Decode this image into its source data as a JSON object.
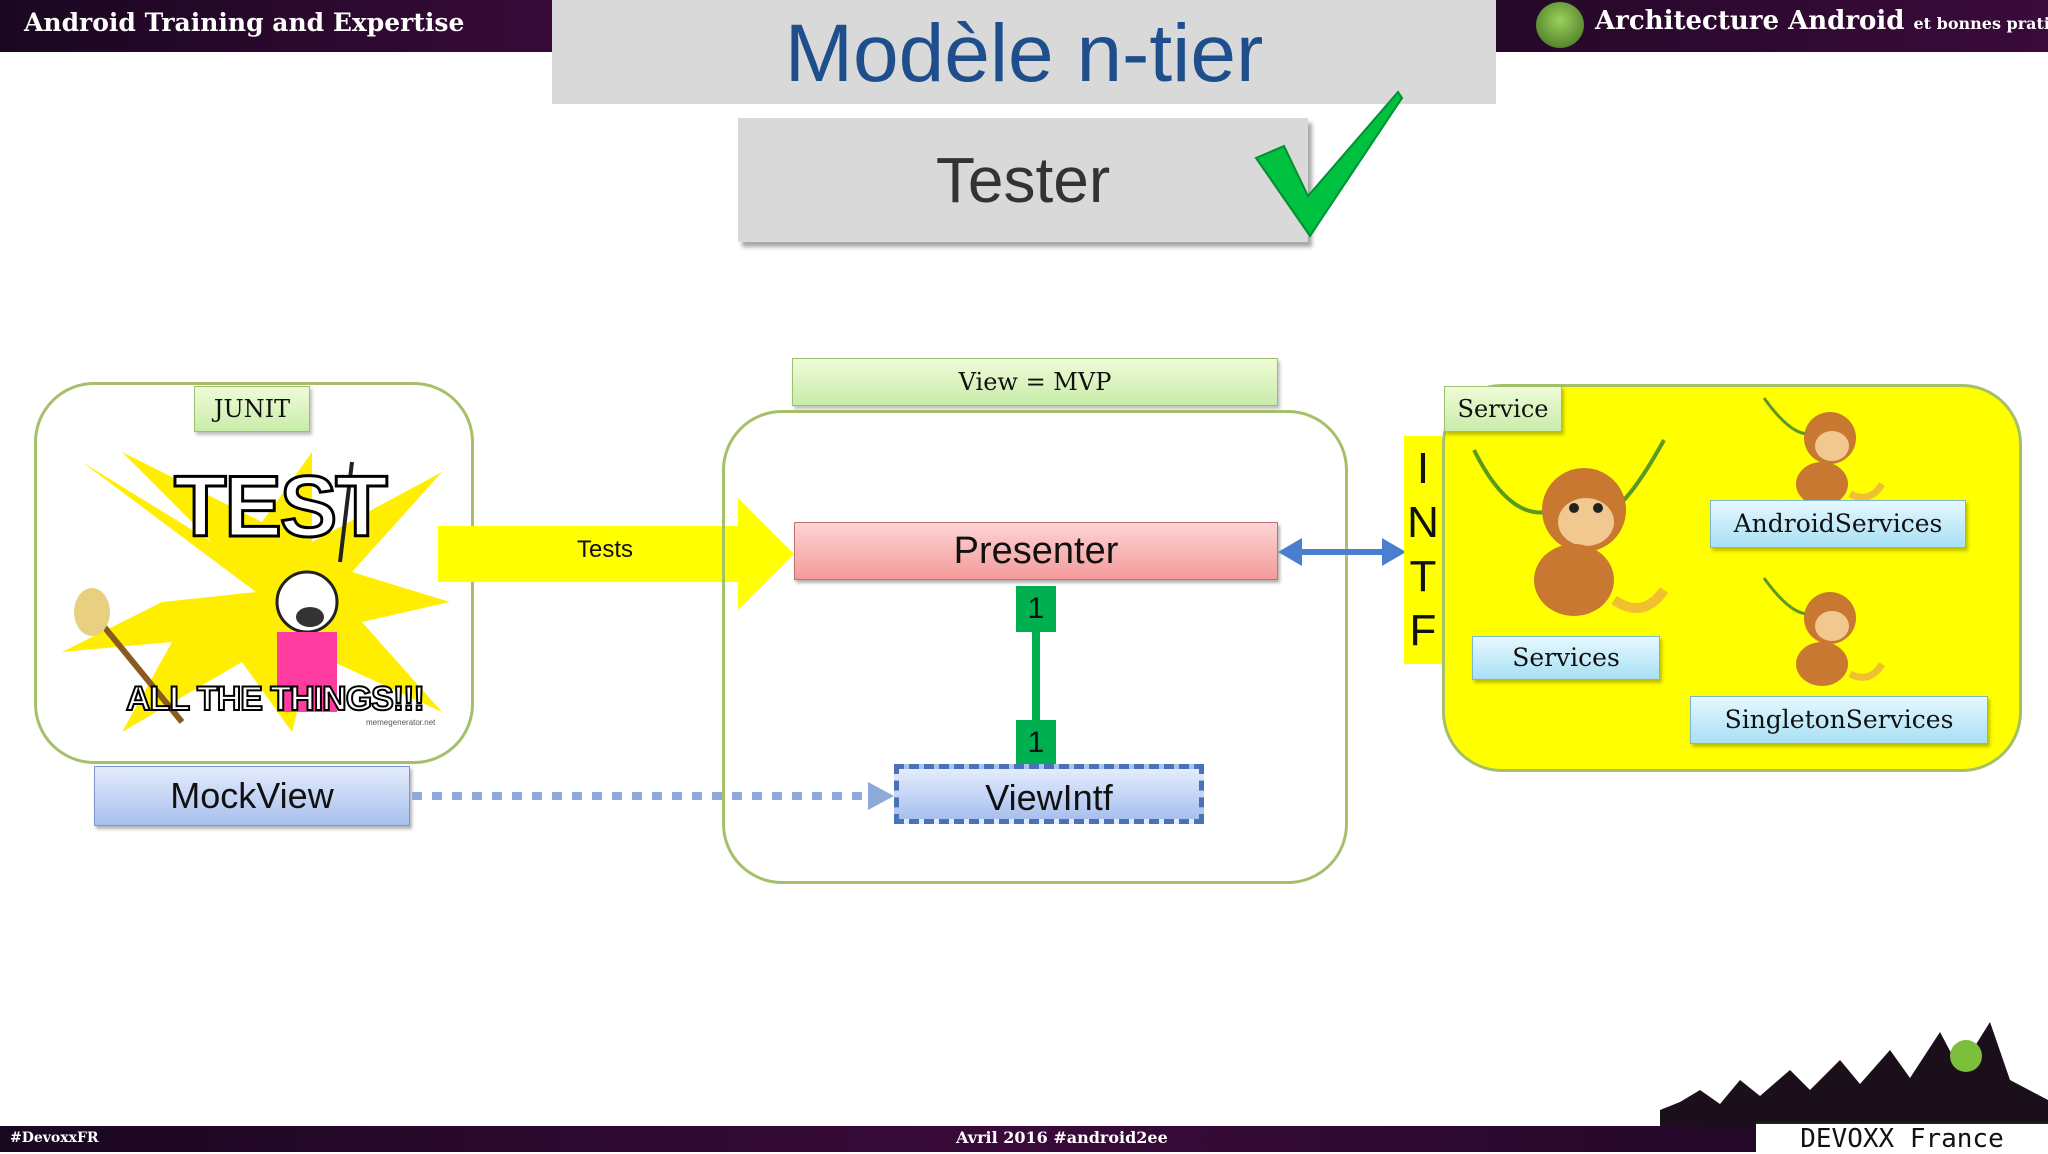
{
  "header": {
    "left_title": "Android Training and Expertise",
    "right_title": "Architecture Android",
    "right_subtitle": "et bonnes pratiques"
  },
  "slide": {
    "title": "Modèle n-tier",
    "subtitle": "Tester"
  },
  "diagram": {
    "junit_label": "JUNIT",
    "meme_top": "TEST",
    "meme_bottom": "ALL THE THINGS!!!",
    "meme_credit": "memegenerator.net",
    "tests_arrow_label": "Tests",
    "view_mvp_label": "View = MVP",
    "presenter": "Presenter",
    "viewintf": "ViewIntf",
    "mockview": "MockView",
    "multiplicity_top": "1",
    "multiplicity_bottom": "1",
    "intf_letters": [
      "I",
      "N",
      "T",
      "F"
    ],
    "service_label": "Service",
    "services": "Services",
    "android_services": "AndroidServices",
    "singleton_services": "SingletonServices"
  },
  "footer": {
    "hashtag_left": "#DevoxxFR",
    "date": "Avril 2016 #android2ee",
    "brand_logo": "DEVOXX France"
  },
  "colors": {
    "title": "#1f4e8c",
    "tests_arrow": "#ffff00",
    "checkmark": "#00c040",
    "link_line": "#00b050",
    "double_arrow": "#4a7fd0",
    "dashed_arrow": "#8eaadb"
  }
}
